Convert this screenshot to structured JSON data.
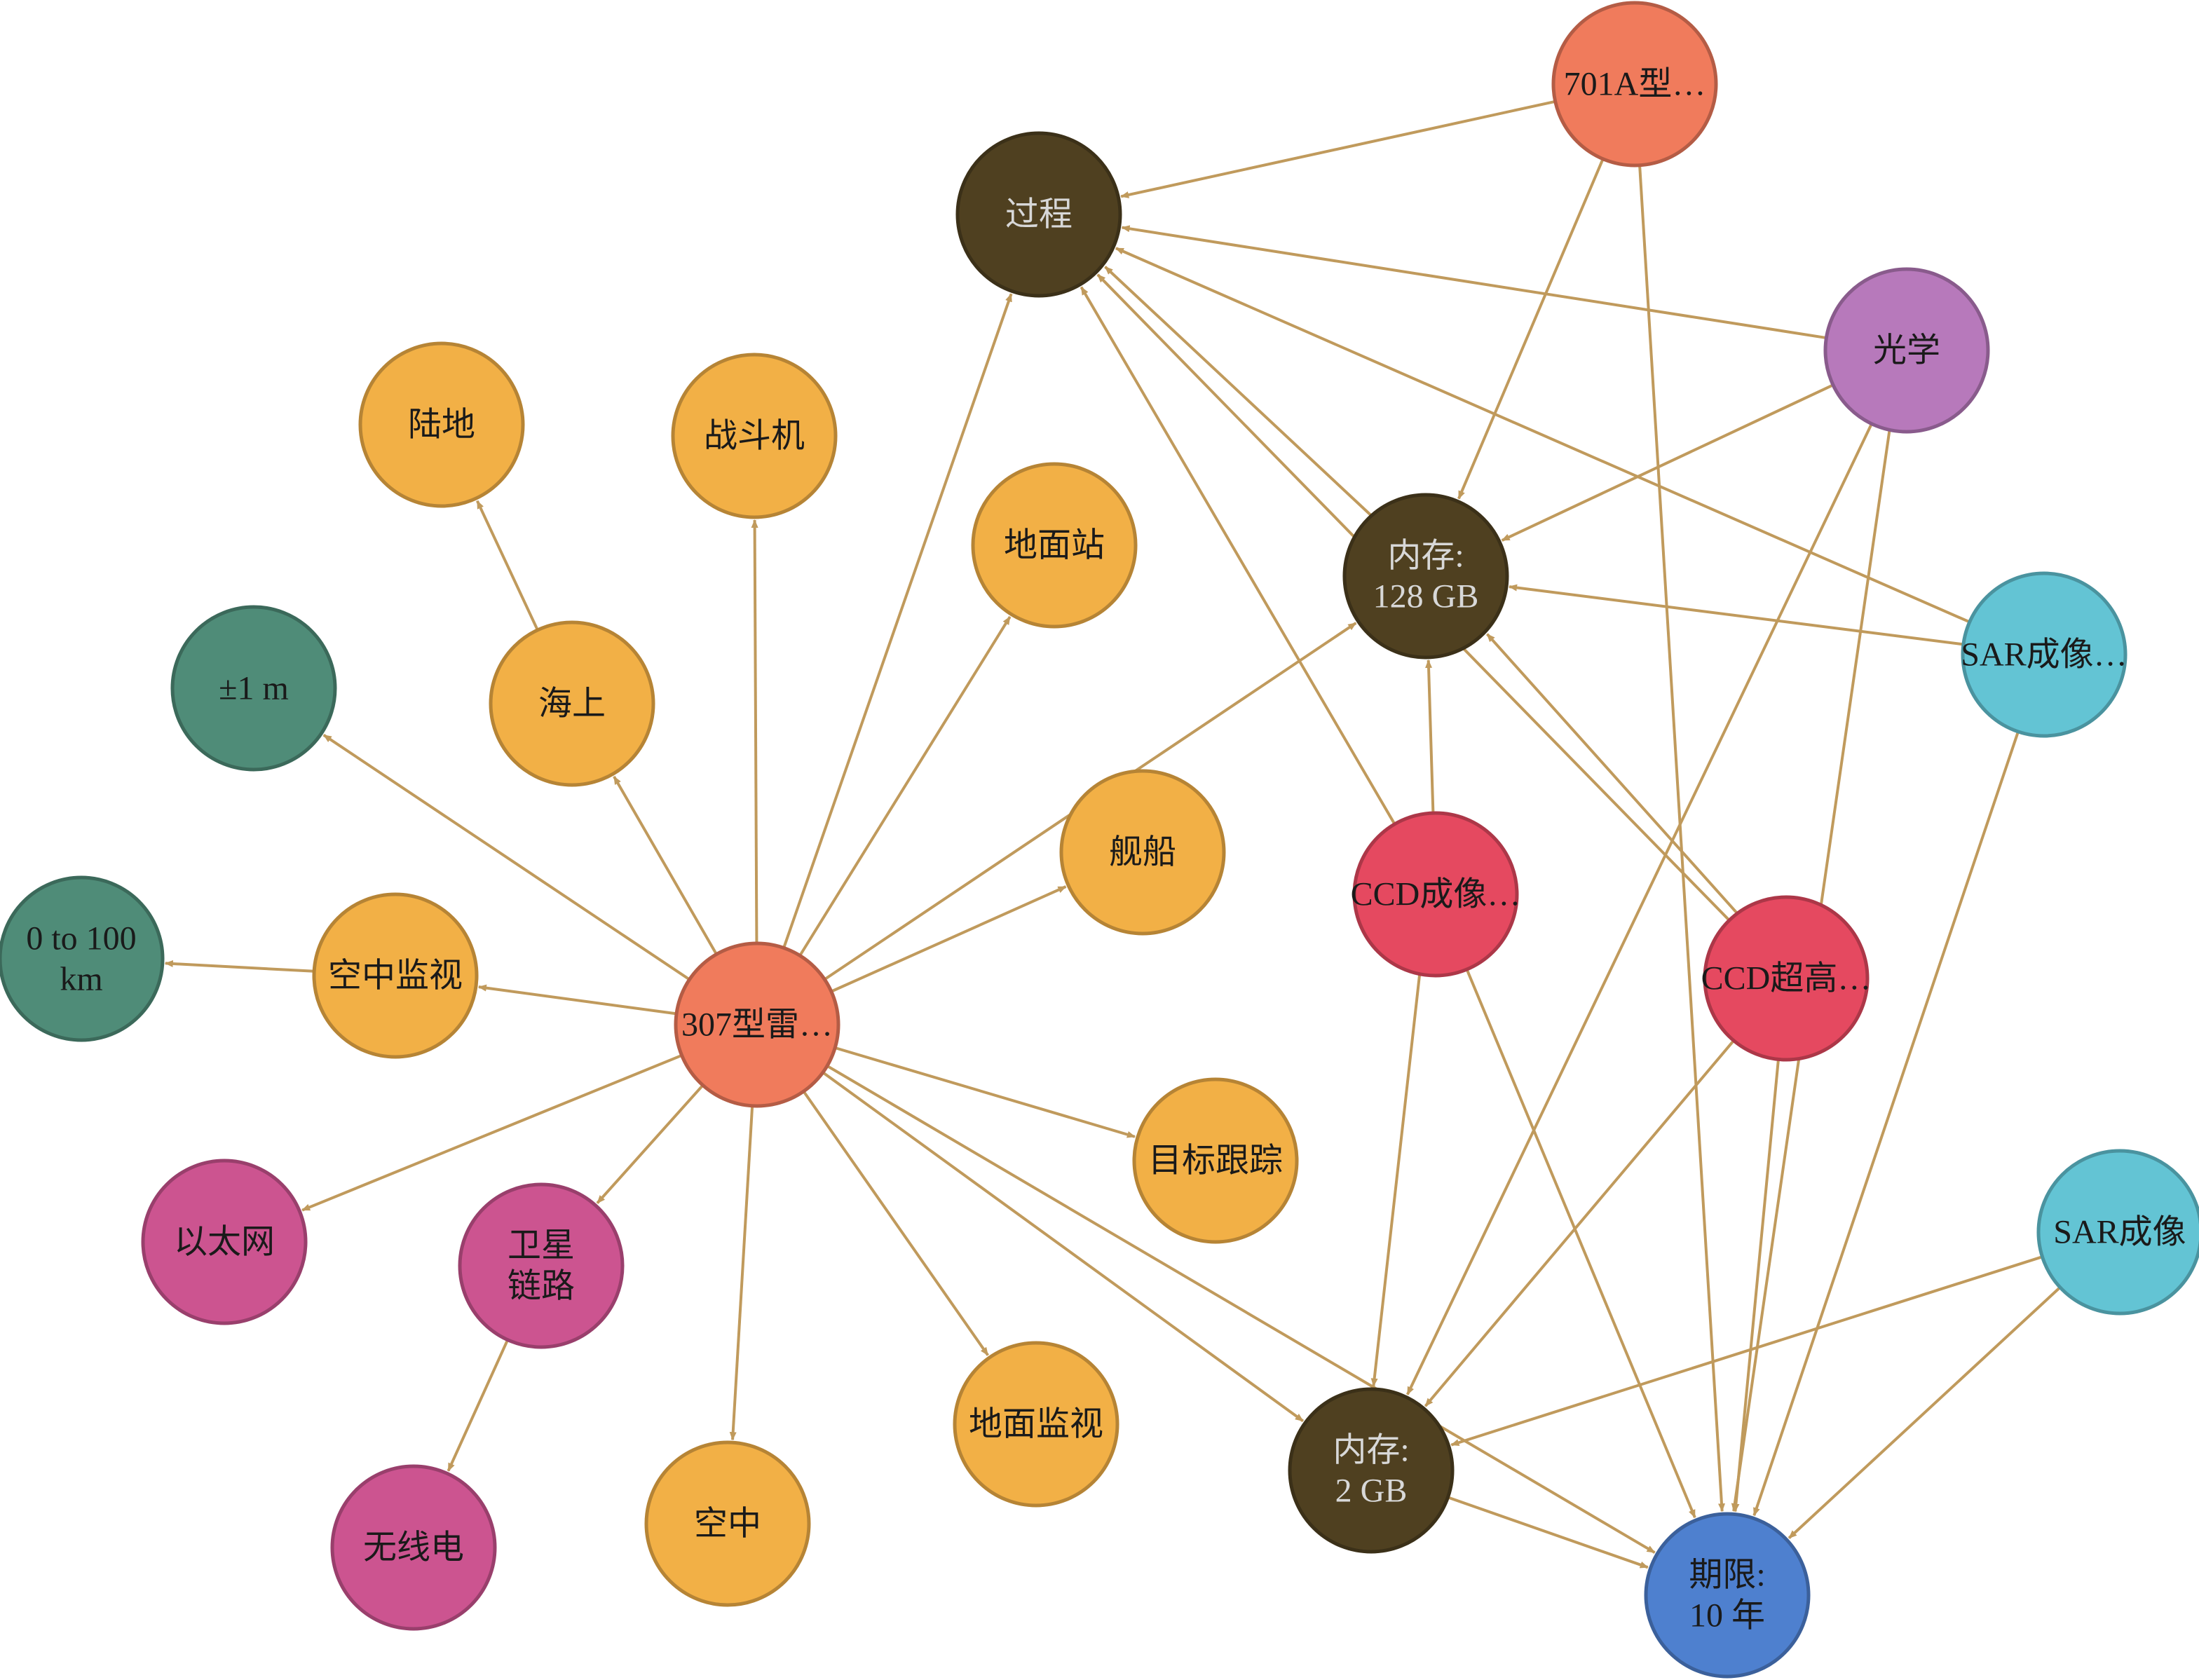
{
  "colors": {
    "edge": "#c09a5c",
    "radar": "#f07b5c",
    "platform": "#f2b046",
    "accuracy": "#4f8c78",
    "network": "#cc5490",
    "process": "#4f4020",
    "optical": "#b779bb",
    "sar": "#63c4d4",
    "ccd": "#e54960",
    "term": "#4e80cf"
  },
  "nodes": [
    {
      "id": "radar307",
      "lines": [
        "307型雷…"
      ],
      "group": "radar"
    },
    {
      "id": "radar701",
      "lines": [
        "701A型…"
      ],
      "group": "radar"
    },
    {
      "id": "process",
      "lines": [
        "过程"
      ],
      "group": "process"
    },
    {
      "id": "optical",
      "lines": [
        "光学"
      ],
      "group": "optical"
    },
    {
      "id": "mem128",
      "lines": [
        "内存:",
        "128 GB"
      ],
      "group": "process"
    },
    {
      "id": "mem2",
      "lines": [
        "内存:",
        "2 GB"
      ],
      "group": "process"
    },
    {
      "id": "sar1",
      "lines": [
        "SAR成像…"
      ],
      "group": "sar"
    },
    {
      "id": "sar2",
      "lines": [
        "SAR成像"
      ],
      "group": "sar"
    },
    {
      "id": "ccd1",
      "lines": [
        "CCD成像…"
      ],
      "group": "ccd"
    },
    {
      "id": "ccd2",
      "lines": [
        "CCD超高…"
      ],
      "group": "ccd"
    },
    {
      "id": "term",
      "lines": [
        "期限:",
        "10 年"
      ],
      "group": "term"
    },
    {
      "id": "land",
      "lines": [
        "陆地"
      ],
      "group": "platform"
    },
    {
      "id": "fighter",
      "lines": [
        "战斗机"
      ],
      "group": "platform"
    },
    {
      "id": "groundstation",
      "lines": [
        "地面站"
      ],
      "group": "platform"
    },
    {
      "id": "sea",
      "lines": [
        "海上"
      ],
      "group": "platform"
    },
    {
      "id": "ship",
      "lines": [
        "舰船"
      ],
      "group": "platform"
    },
    {
      "id": "airsurv",
      "lines": [
        "空中监视"
      ],
      "group": "platform"
    },
    {
      "id": "tracking",
      "lines": [
        "目标跟踪"
      ],
      "group": "platform"
    },
    {
      "id": "groundsurv",
      "lines": [
        "地面监视"
      ],
      "group": "platform"
    },
    {
      "id": "air",
      "lines": [
        "空中"
      ],
      "group": "platform"
    },
    {
      "id": "acc",
      "lines": [
        "±1 m"
      ],
      "group": "accuracy"
    },
    {
      "id": "range",
      "lines": [
        "0 to 100",
        "km"
      ],
      "group": "accuracy"
    },
    {
      "id": "ethernet",
      "lines": [
        "以太网"
      ],
      "group": "network"
    },
    {
      "id": "satlink",
      "lines": [
        "卫星",
        "链路"
      ],
      "group": "network"
    },
    {
      "id": "radio",
      "lines": [
        "无线电"
      ],
      "group": "network"
    }
  ],
  "edges": [
    [
      "radar307",
      "process"
    ],
    [
      "radar307",
      "fighter"
    ],
    [
      "radar307",
      "groundstation"
    ],
    [
      "radar307",
      "sea"
    ],
    [
      "radar307",
      "acc"
    ],
    [
      "radar307",
      "airsurv"
    ],
    [
      "radar307",
      "ethernet"
    ],
    [
      "radar307",
      "satlink"
    ],
    [
      "radar307",
      "air"
    ],
    [
      "radar307",
      "groundsurv"
    ],
    [
      "radar307",
      "mem2"
    ],
    [
      "radar307",
      "term"
    ],
    [
      "radar307",
      "tracking"
    ],
    [
      "radar307",
      "ship"
    ],
    [
      "radar307",
      "mem128"
    ],
    [
      "sea",
      "land"
    ],
    [
      "airsurv",
      "range"
    ],
    [
      "satlink",
      "radio"
    ],
    [
      "radar701",
      "process"
    ],
    [
      "radar701",
      "mem128"
    ],
    [
      "radar701",
      "term"
    ],
    [
      "optical",
      "process"
    ],
    [
      "optical",
      "mem128"
    ],
    [
      "optical",
      "mem2"
    ],
    [
      "optical",
      "term"
    ],
    [
      "sar1",
      "process"
    ],
    [
      "sar1",
      "mem128"
    ],
    [
      "sar1",
      "term"
    ],
    [
      "sar2",
      "mem2"
    ],
    [
      "sar2",
      "term"
    ],
    [
      "mem128",
      "process"
    ],
    [
      "ccd1",
      "process"
    ],
    [
      "ccd1",
      "mem128"
    ],
    [
      "ccd1",
      "mem2"
    ],
    [
      "ccd1",
      "term"
    ],
    [
      "ccd2",
      "process"
    ],
    [
      "ccd2",
      "mem128"
    ],
    [
      "ccd2",
      "mem2"
    ],
    [
      "ccd2",
      "term"
    ],
    [
      "mem2",
      "term"
    ]
  ]
}
